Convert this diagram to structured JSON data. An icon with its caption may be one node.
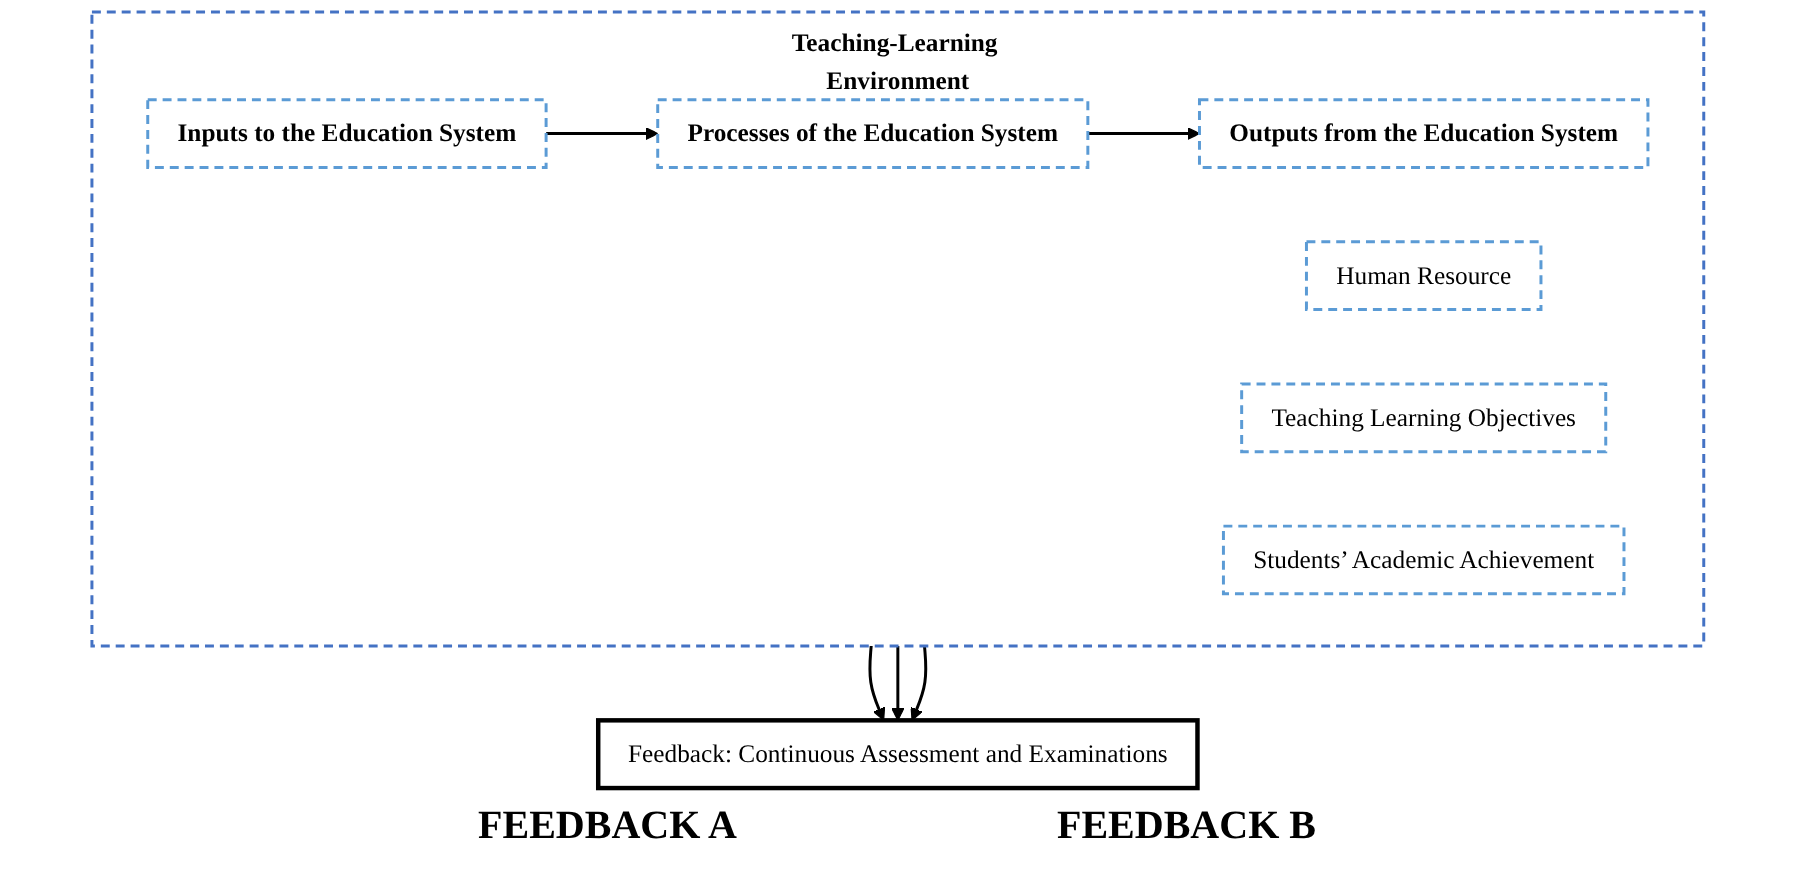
{
  "diagram": {
    "nodes": [
      {
        "text": [
          "Teaching-Learning Environment"
        ]
      },
      {
        "text": [
          "Inputs to the Education System"
        ],
        "in": 0
      },
      {
        "text": [
          "Human Resource"
        ],
        "in": 0
      },
      {
        "text": [
          "Processes of the Education System"
        ],
        "in": 0
      },
      {
        "text": [
          "Teaching Learning Objectives"
        ],
        "in": 0
      },
      {
        "text": [
          "Outputs from the Education System"
        ],
        "in": 0
      },
      {
        "text": [
          "Students’ Academic Achievement"
        ],
        "in": 0
      },
      {
        "text": [
          "Feedback: Continuous Assessment and Examinations"
        ]
      }
    ],
    "edges": [
      {
        "from": 1,
        "to": 3,
        "arrow": "to"
      },
      {
        "from": 3,
        "to": 5,
        "arrow": "to"
      },
      {
        "from": 0,
        "to": 7,
        "arrow": "to"
      },
      {
        "from": 0,
        "to": 7,
        "arrow": "to"
      },
      {
        "from": 0,
        "to": 7,
        "arrow": "to"
      }
    ],
    "labels": [
      "FEEDBACK A",
      "FEEDBACK B"
    ]
  }
}
